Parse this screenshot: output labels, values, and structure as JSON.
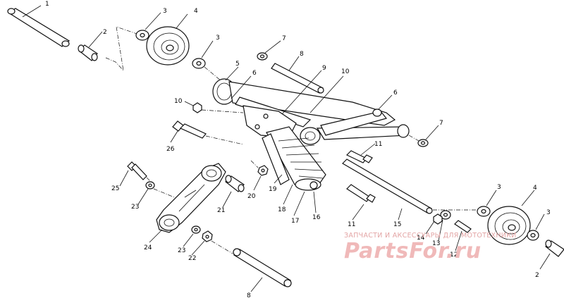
{
  "callouts": {
    "c1": "1",
    "c2a": "2",
    "c2b": "2",
    "c3a": "3",
    "c3b": "3",
    "c3c": "3",
    "c3d": "3",
    "c4a": "4",
    "c4b": "4",
    "c5": "5",
    "c6a": "6",
    "c6b": "6",
    "c7a": "7",
    "c7b": "7",
    "c8a": "8",
    "c8b": "8",
    "c9": "9",
    "c10a": "10",
    "c10b": "10",
    "c11a": "11",
    "c11b": "11",
    "c12": "12",
    "c13": "13",
    "c14": "14",
    "c15": "15",
    "c16": "16",
    "c17": "17",
    "c18": "18",
    "c19": "19",
    "c20": "20",
    "c21": "21",
    "c22": "22",
    "c23a": "23",
    "c23b": "23",
    "c24": "24",
    "c25": "25",
    "c26": "26"
  },
  "watermark": {
    "subtitle": "ЗАПЧАСТИ И АКСЕССУАРЫ ДЛЯ МОТОТЕХНИКИ",
    "brand": "PartsFor.ru"
  }
}
